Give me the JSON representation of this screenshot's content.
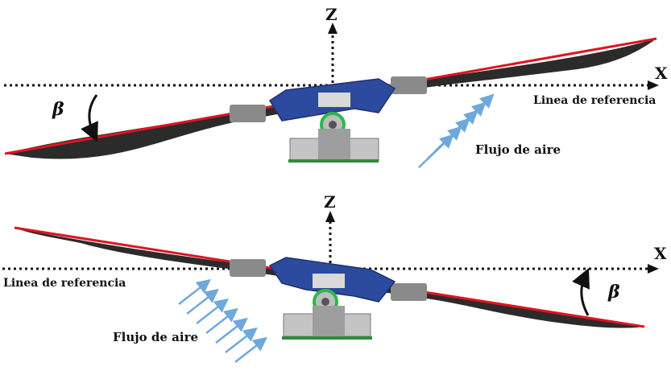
{
  "panels": [
    {
      "id": "top",
      "z_label": "Z",
      "x_label": "X",
      "reference_label": "Linea de referencia",
      "flow_label": "Flujo de aire",
      "angle_label": "β"
    },
    {
      "id": "bottom",
      "z_label": "Z",
      "x_label": "X",
      "reference_label": "Linea de referencia",
      "flow_label": "Flujo de aire",
      "angle_label": "β"
    }
  ],
  "colors": {
    "blade": "#2b2b2b",
    "chord_line": "#e0141e",
    "hub": "#2c4a9e",
    "airflow": "#6fa8dc",
    "pivot_ring": "#2db84a",
    "board": "#2e8b3c"
  }
}
